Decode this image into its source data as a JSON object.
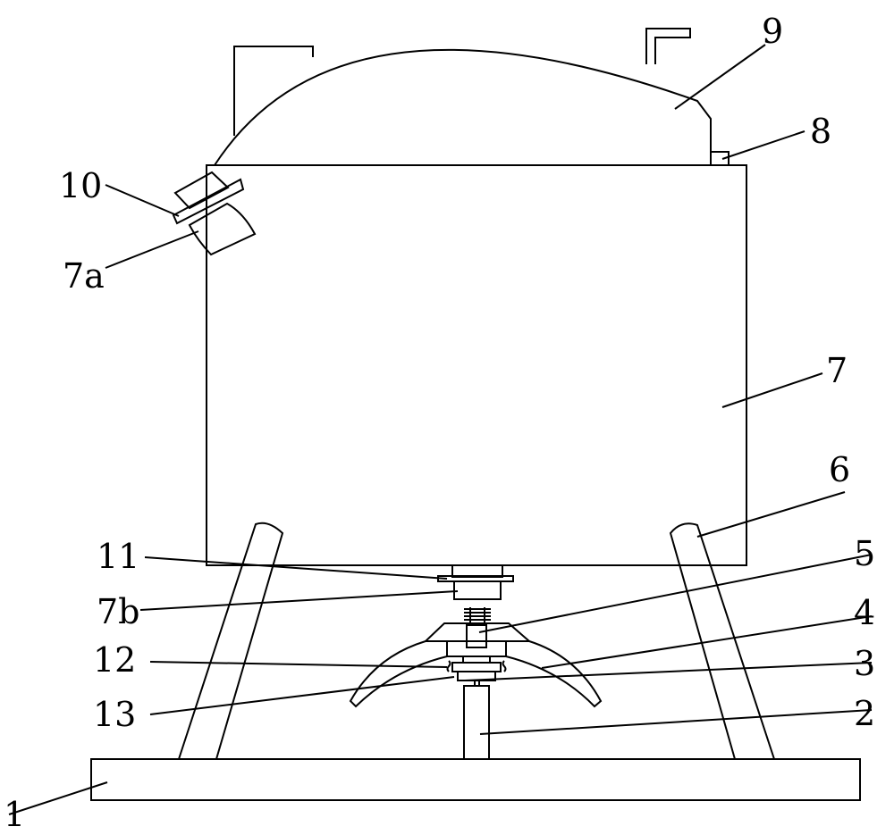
{
  "labels": {
    "l1": "1",
    "l2": "2",
    "l3": "3",
    "l4": "4",
    "l5": "5",
    "l6": "6",
    "l7": "7",
    "l8": "8",
    "l9": "9",
    "l10": "10",
    "l11": "11",
    "l12": "12",
    "l13": "13",
    "l7a": "7a",
    "l7b": "7b"
  },
  "colors": {
    "line": "#000000",
    "background": "#ffffff"
  }
}
